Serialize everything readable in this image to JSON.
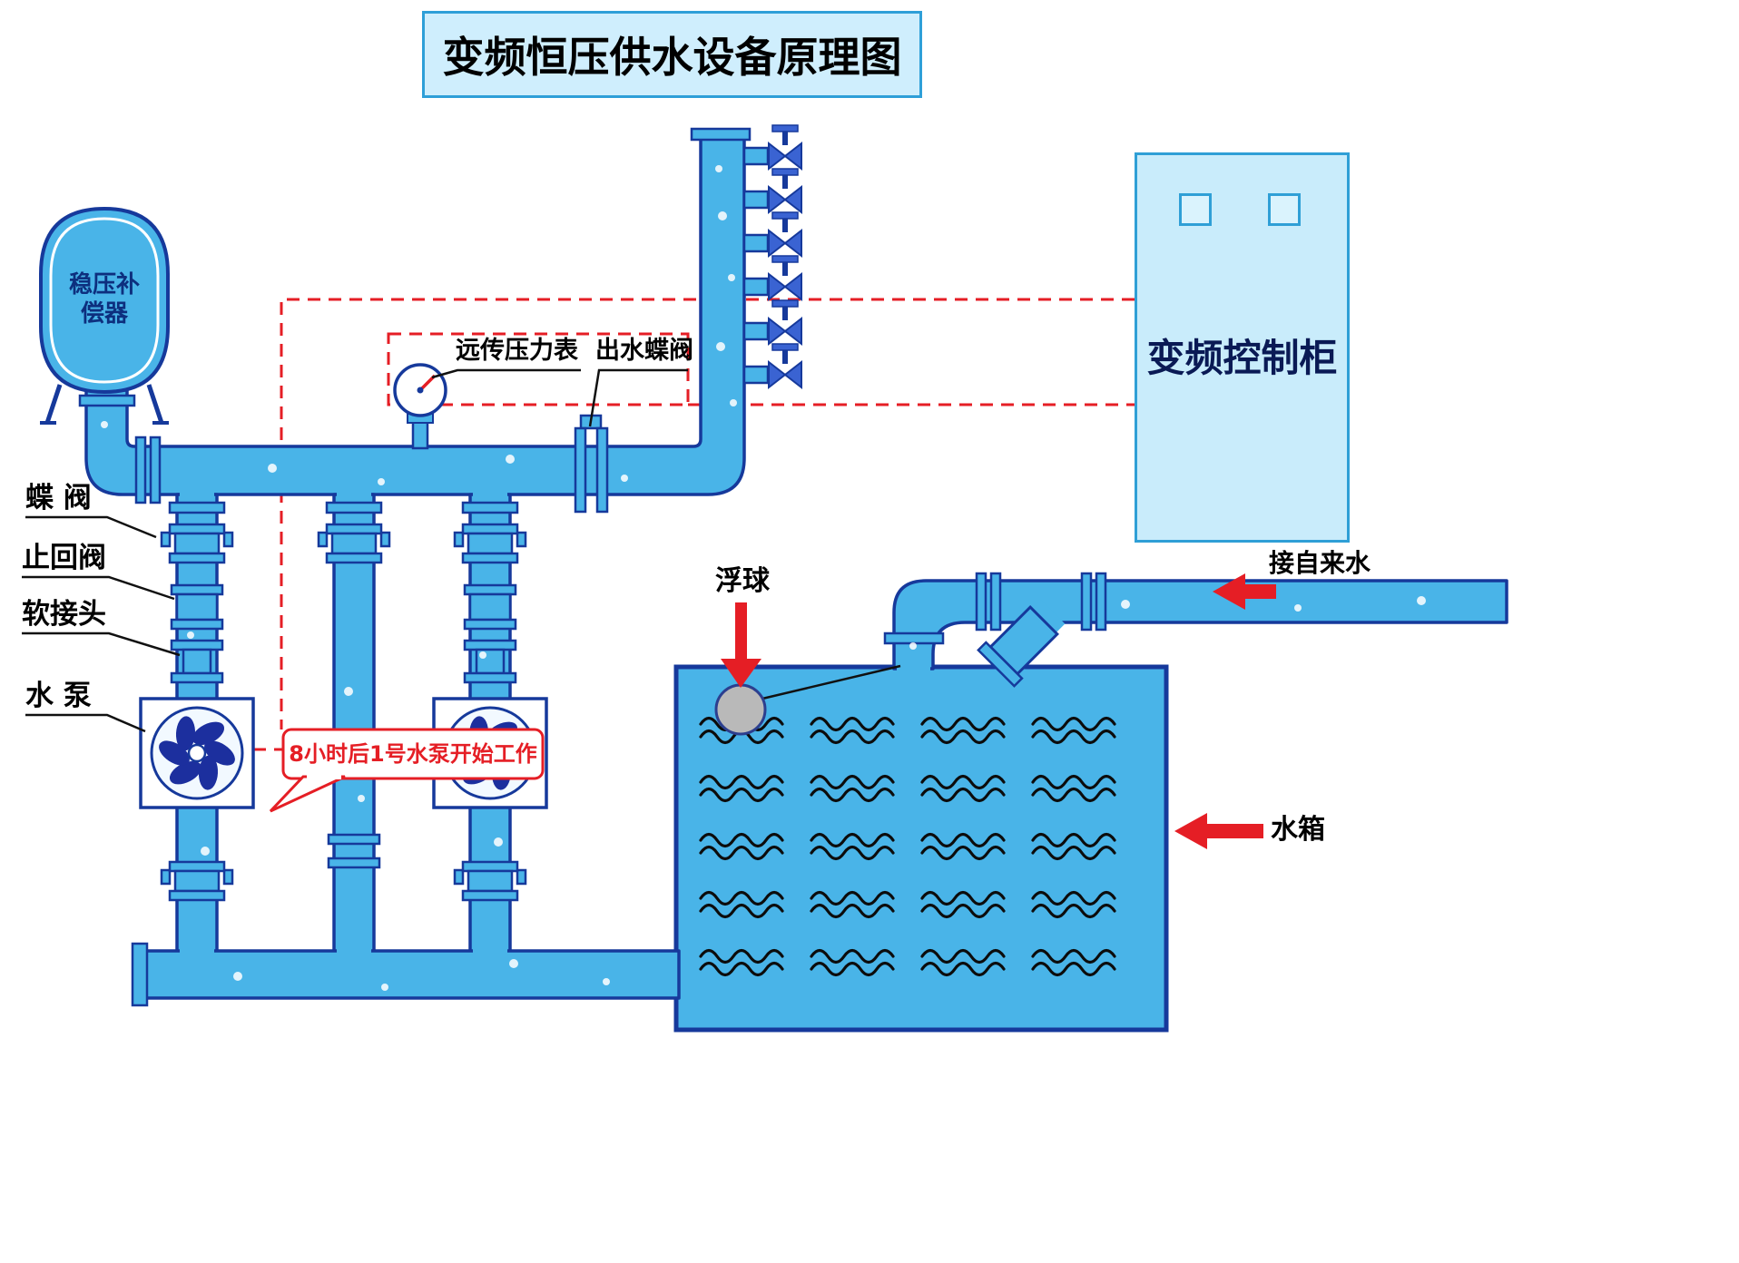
{
  "title": "变频恒压供水设备原理图",
  "labels": {
    "vessel_line1": "稳压补",
    "vessel_line2": "偿器",
    "butterfly_valve": "蝶 阀",
    "check_valve": "止回阀",
    "soft_joint": "软接头",
    "pump": "水 泵",
    "remote_pressure_gauge": "远传压力表",
    "outlet_butterfly_valve": "出水蝶阀",
    "control_cabinet": "变频控制柜",
    "float_ball": "浮球",
    "tap_water": "接自来水",
    "water_tank": "水箱",
    "callout": "8小时后1号水泵开始工作"
  },
  "colors": {
    "pipe_fill": "#49b4e8",
    "pipe_outline": "#16399b",
    "signal_dashed_red": "#e51e25",
    "arrow_red": "#e51e25",
    "cabinet_fill": "#c9ecfb",
    "cabinet_border": "#2f9fd6",
    "title_fill": "#cfeefd",
    "title_border": "#2e9fd8",
    "float_ball_gray": "#b9b9b9",
    "fan_blade_blue": "#1c2f9e"
  }
}
